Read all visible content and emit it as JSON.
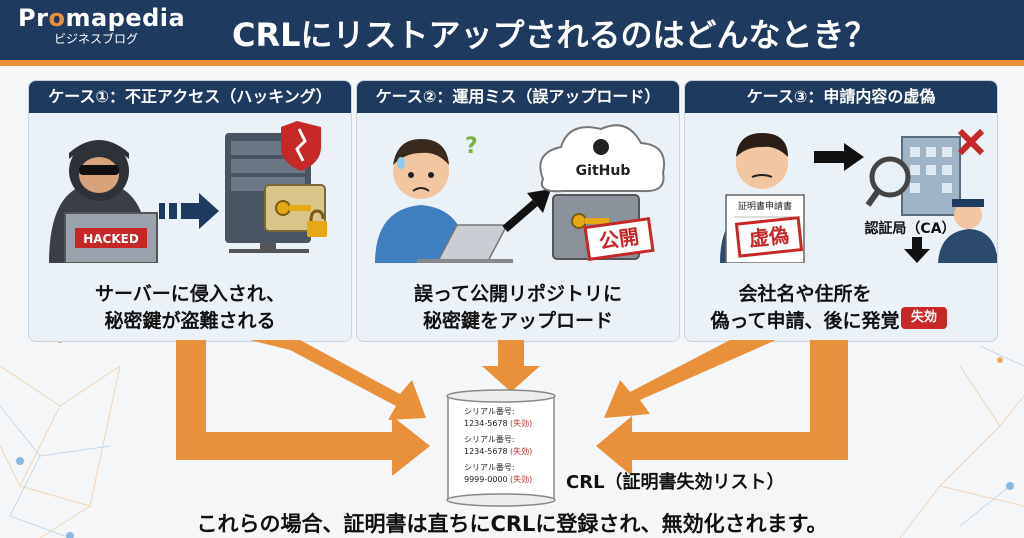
{
  "brand": {
    "name_pre": "Pr",
    "name_accent": "o",
    "name_post": "mapedia",
    "subtitle": "ビジネスブログ"
  },
  "title": "CRLにリストアップされるのはどんなとき？",
  "cases": [
    {
      "heading": "ケース①：不正アクセス（ハッキング）",
      "desc_line1": "サーバーに侵入され、",
      "desc_line2": "秘密鍵が盗難される",
      "laptop_text": "HACKED"
    },
    {
      "heading": "ケース②：運用ミス（誤アップロード）",
      "desc_line1": "誤って公開リポジトリに",
      "desc_line2": "秘密鍵をアップロード",
      "cloud_text": "GitHub",
      "stamp_text": "公開"
    },
    {
      "heading": "ケース③：申請内容の虚偽",
      "desc_line1": "会社名や住所を",
      "desc_line2": "偽って申請、後に発覚",
      "doc_title": "証明書申請書",
      "stamp_text": "虚偽",
      "ca_label": "認証局（CA）",
      "revoke_text": "失効"
    }
  ],
  "crl_scroll": {
    "entries": [
      {
        "label": "シリアル番号:",
        "serial": "1234-5678",
        "status": "(失効)"
      },
      {
        "label": "シリアル番号:",
        "serial": "1234-5678",
        "status": "(失効)"
      },
      {
        "label": "シリアル番号:",
        "serial": "9999-0000",
        "status": "(失効)"
      }
    ]
  },
  "crl_label": "CRL（証明書失効リスト）",
  "bottom_text": "これらの場合、証明書は直ちにCRLに登録され、無効化されます。",
  "colors": {
    "navy": "#1f3a5f",
    "orange": "#e8903a",
    "red": "#c62828",
    "panel_bg": "#eaf2f8"
  }
}
